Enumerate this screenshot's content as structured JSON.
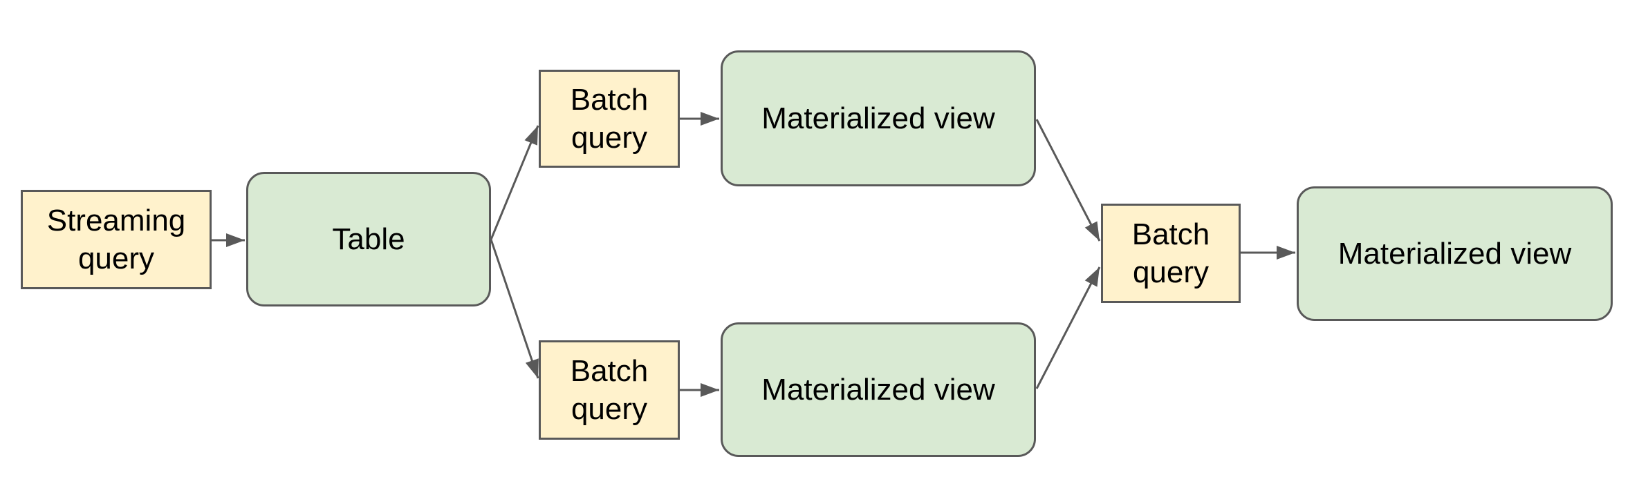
{
  "diagram": {
    "nodes": {
      "streaming_query": {
        "label": "Streaming query",
        "kind": "query"
      },
      "table": {
        "label": "Table",
        "kind": "store"
      },
      "batch_query_top": {
        "label": "Batch query",
        "kind": "query"
      },
      "materialized_view_top": {
        "label": "Materialized view",
        "kind": "store"
      },
      "batch_query_bottom": {
        "label": "Batch query",
        "kind": "query"
      },
      "materialized_view_bottom": {
        "label": "Materialized view",
        "kind": "store"
      },
      "batch_query_right": {
        "label": "Batch query",
        "kind": "query"
      },
      "materialized_view_right": {
        "label": "Materialized view",
        "kind": "store"
      }
    },
    "edges": [
      {
        "from": "streaming_query",
        "to": "table"
      },
      {
        "from": "table",
        "to": "batch_query_top"
      },
      {
        "from": "table",
        "to": "batch_query_bottom"
      },
      {
        "from": "batch_query_top",
        "to": "materialized_view_top"
      },
      {
        "from": "batch_query_bottom",
        "to": "materialized_view_bottom"
      },
      {
        "from": "materialized_view_top",
        "to": "batch_query_right"
      },
      {
        "from": "materialized_view_bottom",
        "to": "batch_query_right"
      },
      {
        "from": "batch_query_right",
        "to": "materialized_view_right"
      }
    ],
    "colors": {
      "query_fill": "#fff2cc",
      "store_fill": "#d9ead3",
      "border": "#595959",
      "arrow": "#595959",
      "text": "#000000",
      "background": "#ffffff"
    }
  }
}
